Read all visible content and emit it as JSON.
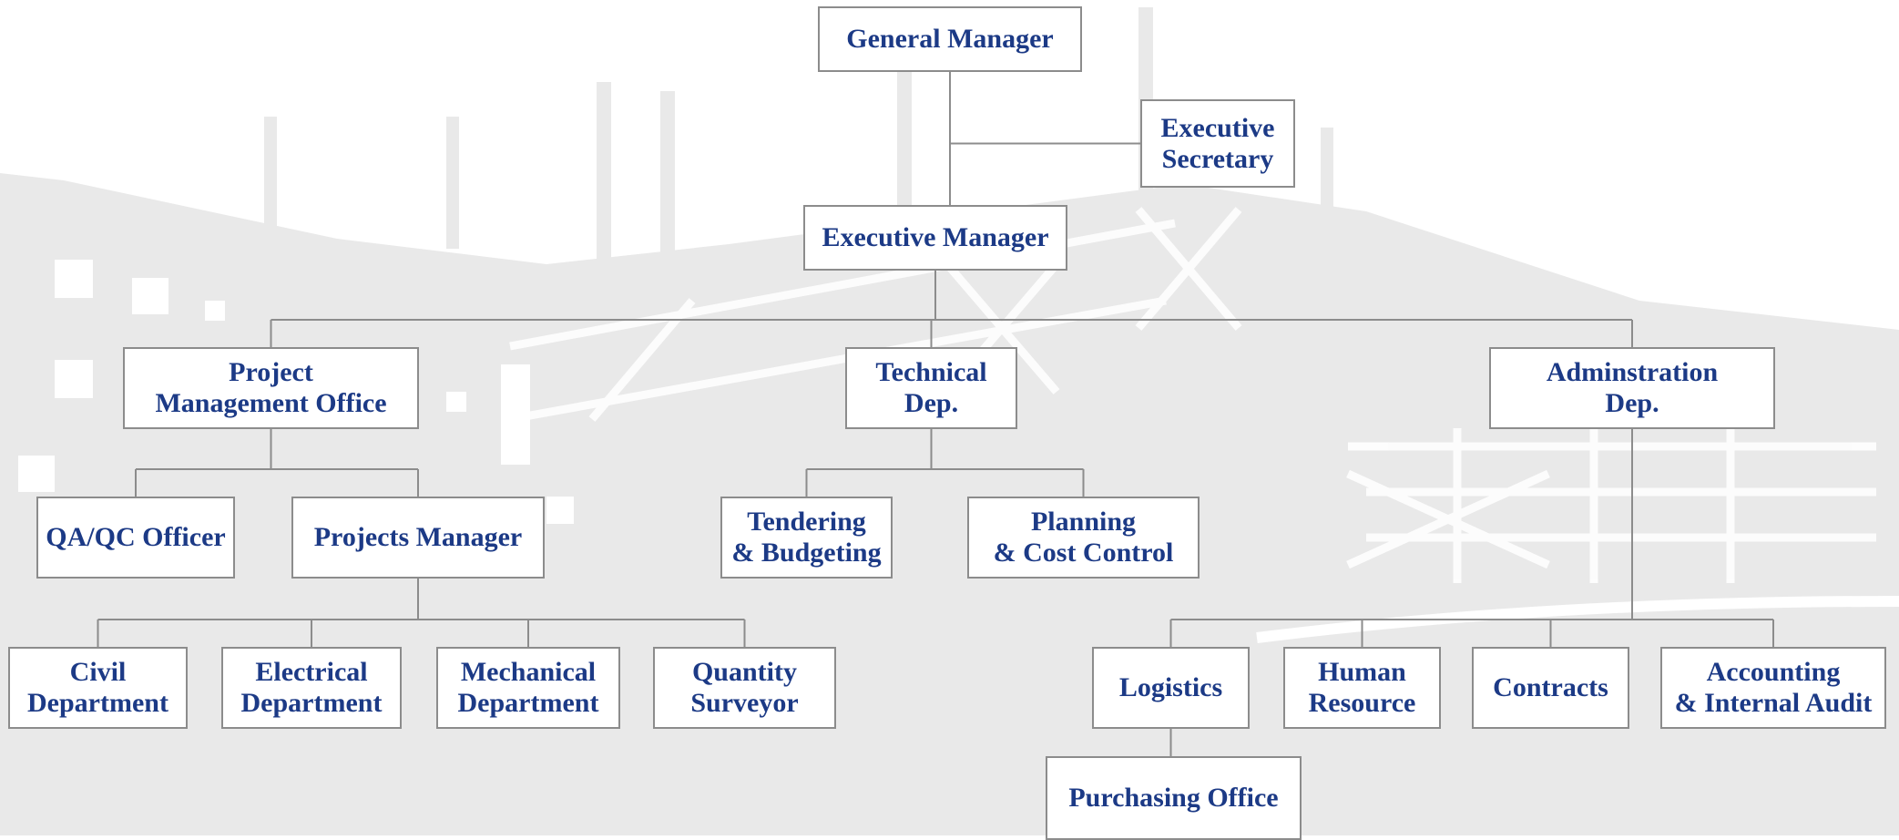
{
  "colors": {
    "text": "#1c3a86",
    "border": "#8c8c8c",
    "line": "#8c8c8c",
    "background_art": "#e9e9e9",
    "background": "#ffffff"
  },
  "nodes": {
    "general_manager": "General Manager",
    "executive_secretary": "Executive\nSecretary",
    "executive_manager": "Executive Manager",
    "pmo": "Project\nManagement Office",
    "technical": "Technical\nDep.",
    "administration": "Adminstration\nDep.",
    "qa_qc": "QA/QC Officer",
    "projects_manager": "Projects Manager",
    "tendering": "Tendering\n& Budgeting",
    "planning": "Planning\n& Cost Control",
    "civil": "Civil\nDepartment",
    "electrical": "Electrical\nDepartment",
    "mechanical": "Mechanical\nDepartment",
    "quantity": "Quantity\nSurveyor",
    "logistics": "Logistics",
    "human_resource": "Human\nResource",
    "contracts": "Contracts",
    "accounting": "Accounting\n& Internal Audit",
    "purchasing": "Purchasing Office"
  },
  "edges": [
    [
      "general_manager",
      "executive_manager"
    ],
    [
      "general_manager",
      "executive_secretary"
    ],
    [
      "executive_manager",
      "pmo"
    ],
    [
      "executive_manager",
      "technical"
    ],
    [
      "executive_manager",
      "administration"
    ],
    [
      "pmo",
      "qa_qc"
    ],
    [
      "pmo",
      "projects_manager"
    ],
    [
      "technical",
      "tendering"
    ],
    [
      "technical",
      "planning"
    ],
    [
      "projects_manager",
      "civil"
    ],
    [
      "projects_manager",
      "electrical"
    ],
    [
      "projects_manager",
      "mechanical"
    ],
    [
      "projects_manager",
      "quantity"
    ],
    [
      "administration",
      "logistics"
    ],
    [
      "administration",
      "human_resource"
    ],
    [
      "administration",
      "contracts"
    ],
    [
      "administration",
      "accounting"
    ],
    [
      "logistics",
      "purchasing"
    ]
  ]
}
